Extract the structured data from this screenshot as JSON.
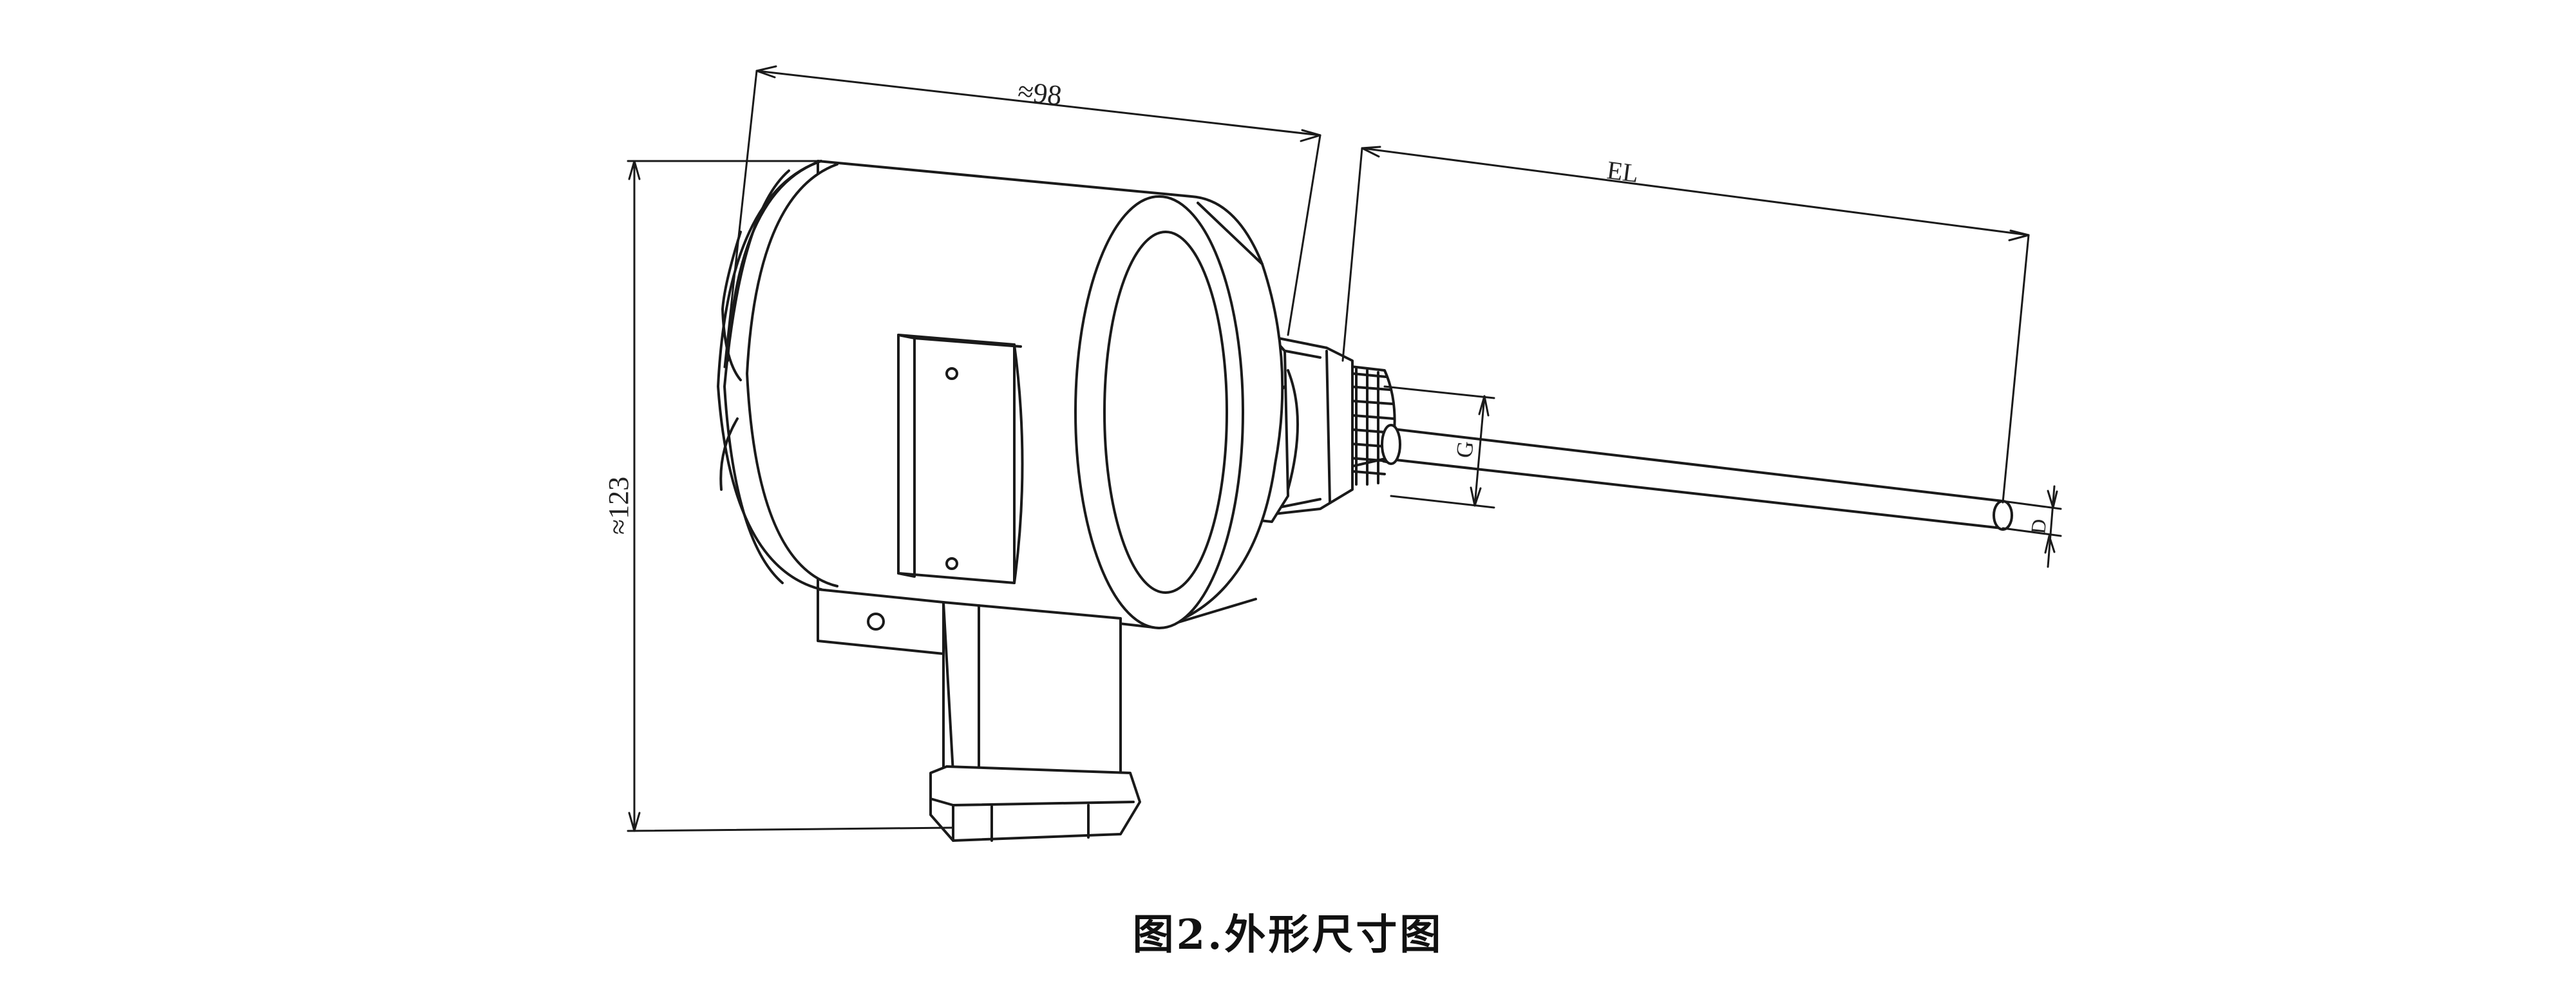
{
  "dimensions": {
    "width_label": "≈98",
    "height_label": "≈123",
    "el_label": "EL",
    "g_label": "G",
    "d_label": "D"
  },
  "caption": "图2.外形尺寸图",
  "colors": {
    "line": "#1a1a1a",
    "background": "#ffffff"
  }
}
